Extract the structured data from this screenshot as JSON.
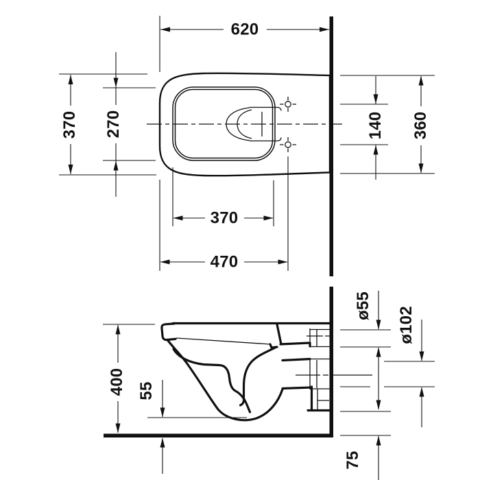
{
  "drawing": {
    "background": "#ffffff",
    "line_color": "#111111",
    "plan_view": {
      "dimensions": {
        "total_depth": "620",
        "overall_width": "370",
        "inner_rim_width": "270",
        "fixing_hole_spacing": "140",
        "rear_width": "360",
        "inner_rim_length": "370",
        "front_to_fixing_holes": "470"
      }
    },
    "section_view": {
      "dimensions": {
        "rim_height": "400",
        "floor_clearance": "55",
        "inlet_diameter": "ø55",
        "outlet_diameter": "ø102",
        "outlet_bottom_offset": "75"
      }
    }
  }
}
